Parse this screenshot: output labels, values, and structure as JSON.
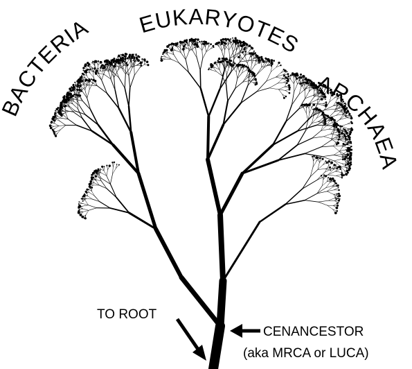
{
  "labels": {
    "bacteria": "BACTERIA",
    "eukaryotes": "EUKARYOTES",
    "archaea": "ARCHAEA",
    "to_root": "TO ROOT",
    "cenancestor": "CENANCESTOR",
    "aka": "(aka MRCA or LUCA)"
  },
  "colors": {
    "ink": "#000000",
    "background": "#ffffff"
  }
}
